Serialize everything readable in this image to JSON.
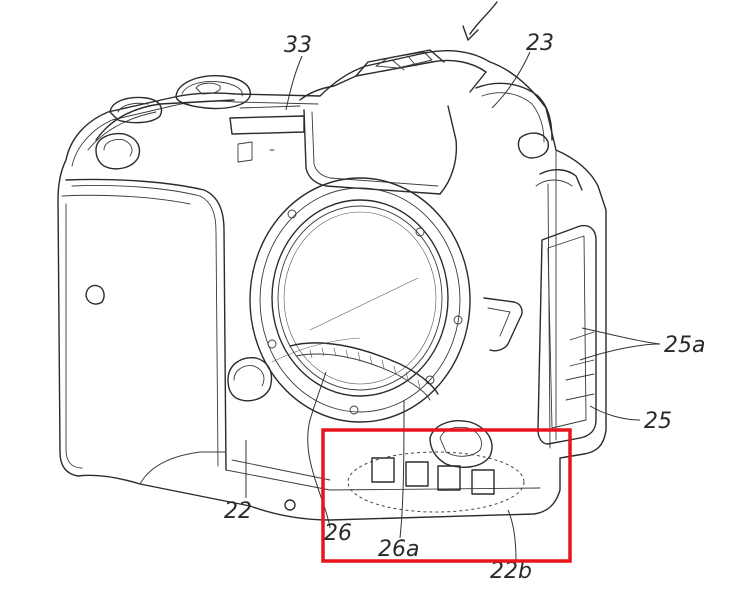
{
  "labels": {
    "l33": "33",
    "l23": "23",
    "l25a": "25a",
    "l25": "25",
    "l22": "22",
    "l26": "26",
    "l26a": "26a",
    "l22b": "22b"
  },
  "colors": {
    "highlight_box": "#e8141b",
    "line": "#2b2b2b",
    "background": "#ffffff"
  }
}
